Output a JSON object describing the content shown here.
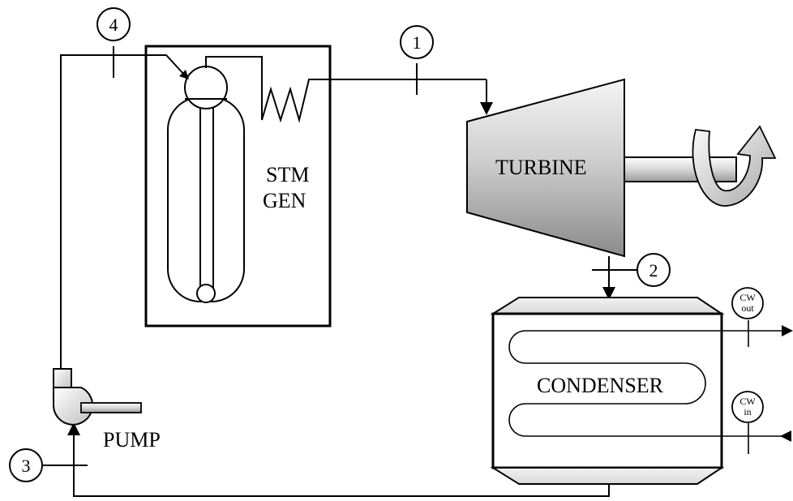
{
  "state_points": [
    "1",
    "2",
    "3",
    "4"
  ],
  "components": {
    "steam_generator": [
      "STM",
      "GEN"
    ],
    "turbine": "TURBINE",
    "condenser": "CONDENSER",
    "pump": "PUMP"
  },
  "cooling_water": {
    "out_top": "CW",
    "out_bottom": "out",
    "in_top": "CW",
    "in_bottom": "in"
  },
  "colors": {
    "line": "#000000",
    "metal_light": "#f2f2f2",
    "metal_dark": "#7a7a7a"
  }
}
